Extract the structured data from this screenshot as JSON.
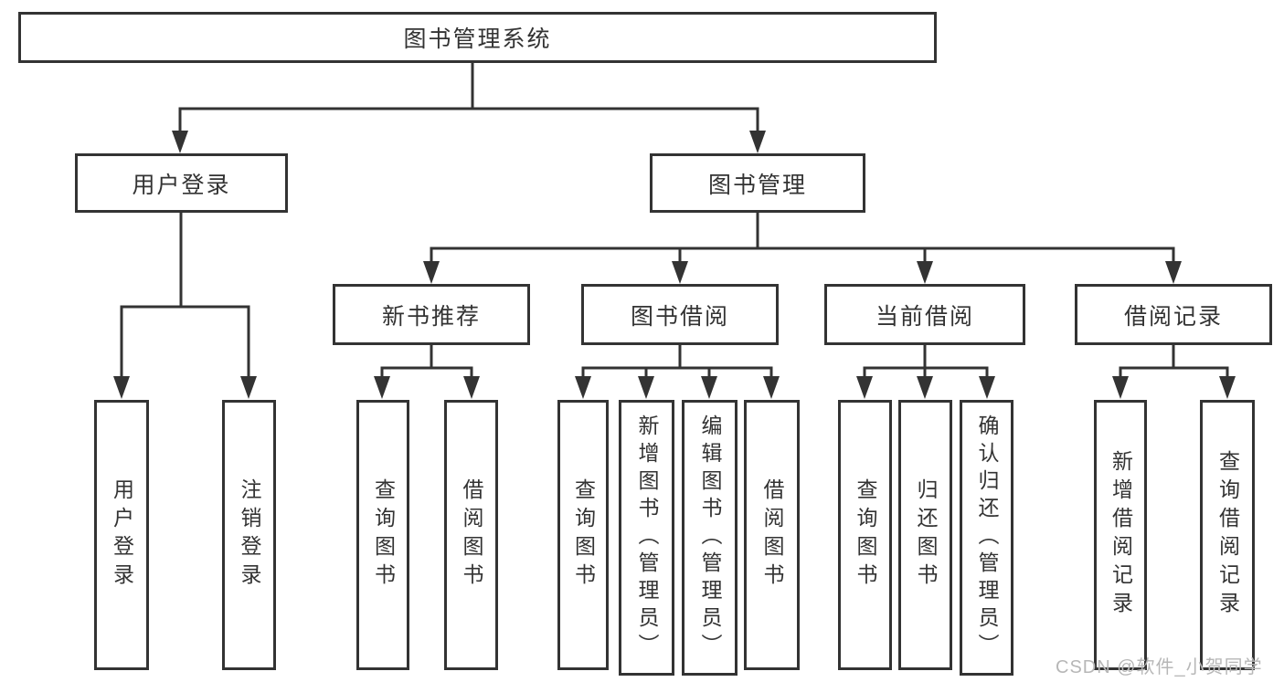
{
  "tree": {
    "root": "图书管理系统",
    "branches": [
      {
        "label": "用户登录",
        "children": [
          "用户登录",
          "注销登录"
        ]
      },
      {
        "label": "图书管理",
        "children": [
          {
            "label": "新书推荐",
            "children": [
              "查询图书",
              "借阅图书"
            ]
          },
          {
            "label": "图书借阅",
            "children": [
              "查询图书",
              "新增图书（管理员）",
              "编辑图书（管理员）",
              "借阅图书"
            ]
          },
          {
            "label": "当前借阅",
            "children": [
              "查询图书",
              "归还图书",
              "确认归还（管理员）"
            ]
          },
          {
            "label": "借阅记录",
            "children": [
              "新增借阅记录",
              "查询借阅记录"
            ]
          }
        ]
      }
    ]
  },
  "watermark": {
    "text": "CSDN @软件_小贺同学",
    "color": "#b7b7b7"
  },
  "colors": {
    "line": "#333333",
    "text": "#333333",
    "background": "#ffffff"
  }
}
